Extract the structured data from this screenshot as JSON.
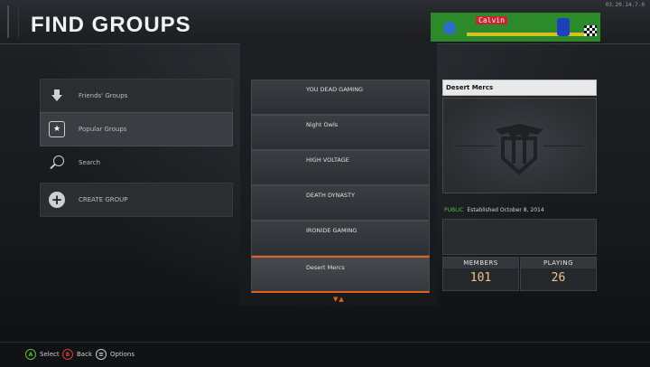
{
  "header": {
    "title": "FIND GROUPS",
    "version": "03.20.14.7.0",
    "banner": {
      "player_name": "Calvin"
    }
  },
  "nav": {
    "items": [
      {
        "label": "Friends' Groups",
        "icon": "download-arrow-icon"
      },
      {
        "label": "Popular Groups",
        "icon": "star-badge-icon",
        "active": true
      },
      {
        "label": "Search",
        "icon": "search-icon"
      },
      {
        "label": "CREATE GROUP",
        "icon": "plus-circle-icon"
      }
    ]
  },
  "groups": {
    "items": [
      {
        "name": "YOU DEAD GAMING"
      },
      {
        "name": "Night Owls"
      },
      {
        "name": "HIGH VOLTAGE"
      },
      {
        "name": "DEATH DYNASTY"
      },
      {
        "name": "IRONIDE GAMING"
      },
      {
        "name": "Desert Mercs",
        "selected": true
      }
    ],
    "scroll_indicator": "▼▲"
  },
  "detail": {
    "name": "Desert Mercs",
    "visibility": "PUBLIC",
    "established": "Established October 8, 2014",
    "members_label": "MEMBERS",
    "members_value": "101",
    "playing_label": "PLAYING",
    "playing_value": "26"
  },
  "footer": {
    "select": {
      "key": "A",
      "label": "Select"
    },
    "back": {
      "key": "B",
      "label": "Back"
    },
    "options": {
      "key": "≡",
      "label": "Options"
    }
  },
  "colors": {
    "accent": "#e0621c",
    "public": "#58b848",
    "stat_value": "#f0c58a"
  }
}
